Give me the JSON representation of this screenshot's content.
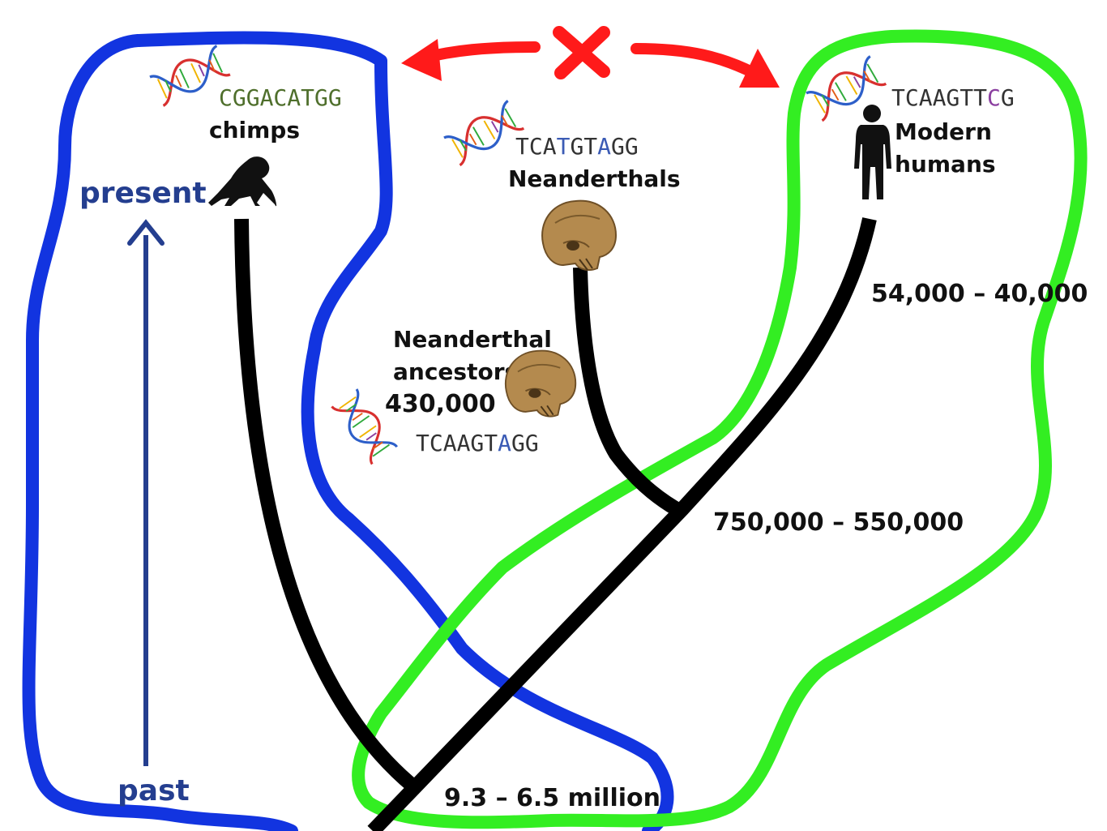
{
  "axis": {
    "top_label": "present",
    "bottom_label": "past",
    "color": "#243e8f"
  },
  "taxa": {
    "chimps": {
      "label": "chimps",
      "sequence": [
        {
          "t": "CGGACATGG",
          "c": "#4f6f2c"
        }
      ]
    },
    "neanderthals": {
      "label": "Neanderthals",
      "sequence": [
        {
          "t": "TCA",
          "c": "#333333"
        },
        {
          "t": "T",
          "c": "#3b5bb5"
        },
        {
          "t": "GT",
          "c": "#333333"
        },
        {
          "t": "A",
          "c": "#3b5bb5"
        },
        {
          "t": "GG",
          "c": "#333333"
        }
      ]
    },
    "humans": {
      "label_line1": "Modern",
      "label_line2": "humans",
      "sequence": [
        {
          "t": "TCAAGTT",
          "c": "#333333"
        },
        {
          "t": "C",
          "c": "#8b3fa0"
        },
        {
          "t": "G",
          "c": "#333333"
        }
      ]
    },
    "ancestors": {
      "label_line1": "Neanderthal",
      "label_line2": "ancestors",
      "date": "430,000",
      "sequence": [
        {
          "t": "TCAAGT",
          "c": "#333333"
        },
        {
          "t": "A",
          "c": "#3b5bb5"
        },
        {
          "t": "GG",
          "c": "#333333"
        }
      ]
    }
  },
  "dates": {
    "split_chimp": "9.3 – 6.5 million",
    "split_neanderthal": "750,000 – 550,000",
    "humans_range": "54,000 – 40,000"
  },
  "colors": {
    "chimp_group": "#1234e0",
    "human_group": "#33ee22",
    "no_interbreed_arrow": "#ff1a1a",
    "tree": "#000000"
  }
}
